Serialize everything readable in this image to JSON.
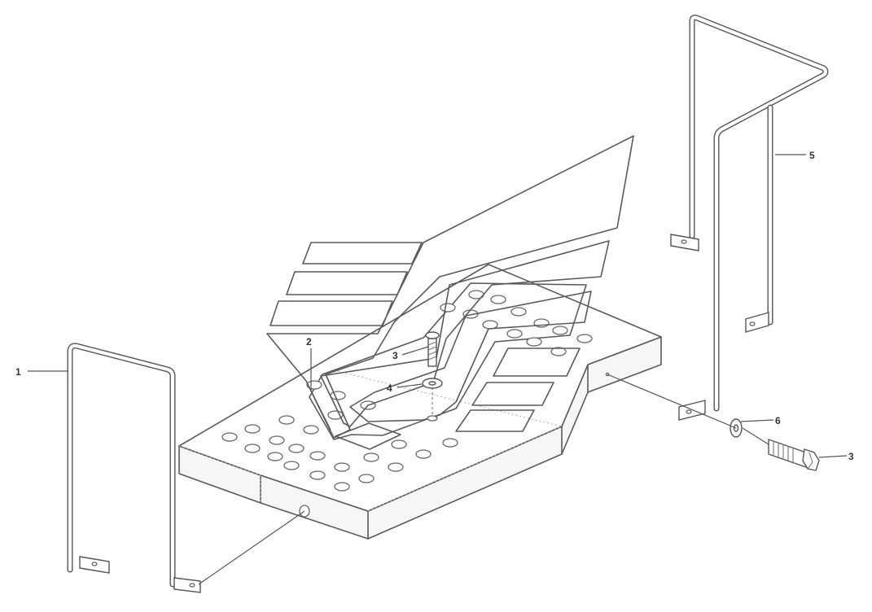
{
  "callouts": {
    "c1": "1",
    "c2": "2",
    "c3a": "3",
    "c3b": "3",
    "c4": "4",
    "c5": "5",
    "c6": "6"
  },
  "colors": {
    "line": "#5a5a5a",
    "background": "#ffffff"
  }
}
